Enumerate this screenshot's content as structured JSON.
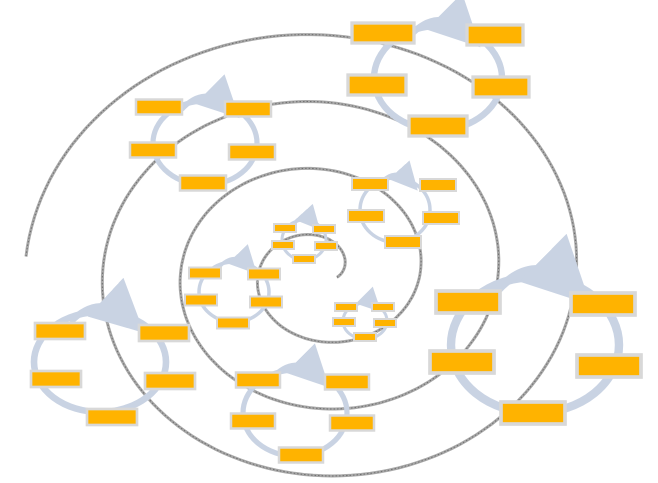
{
  "diagram": {
    "spiral": {
      "stroke": "#a8a8a8",
      "dash_color": "#6e6e6e"
    },
    "cycle_arc_color": "#c9d3e3",
    "node_fill": "#ffb300",
    "node_border": "#d8d8d8",
    "cycles": [
      {
        "name": "cycle-top-right",
        "nodes": 5
      },
      {
        "name": "cycle-upper-left",
        "nodes": 5
      },
      {
        "name": "cycle-center-right",
        "nodes": 5
      },
      {
        "name": "cycle-center-core",
        "nodes": 5
      },
      {
        "name": "cycle-center-left",
        "nodes": 5
      },
      {
        "name": "cycle-center-lower",
        "nodes": 5
      },
      {
        "name": "cycle-lower-left",
        "nodes": 5
      },
      {
        "name": "cycle-bottom",
        "nodes": 5
      },
      {
        "name": "cycle-lower-right",
        "nodes": 5
      }
    ]
  }
}
